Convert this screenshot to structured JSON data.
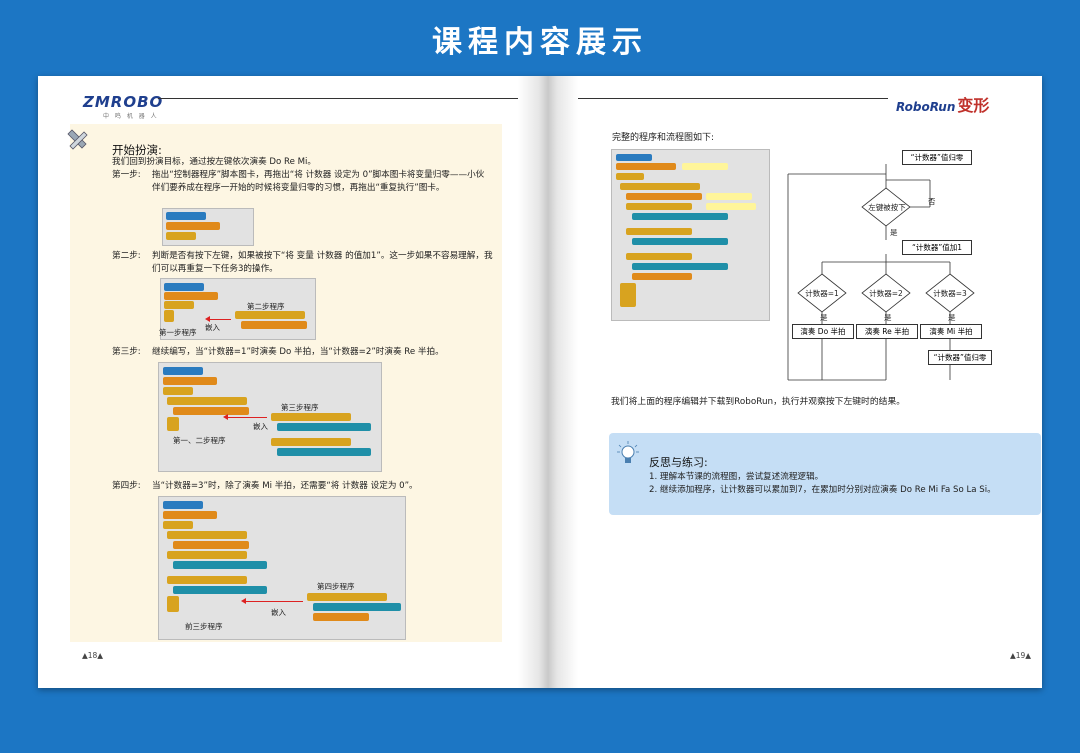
{
  "banner": {
    "title": "课程内容展示"
  },
  "left_page": {
    "logo": {
      "brand": "ZMROBO",
      "tagline": "中 鸣 机 器 人"
    },
    "section_title": "开始扮演:",
    "intro": "我们回到扮演目标，通过按左键依次演奏 Do Re Mi。",
    "steps": [
      {
        "label": "第一步:",
        "text": "拖出“控制器程序”脚本图卡，再拖出“将 计数器 设定为 0”脚本图卡将变量归零——小伙伴们要养成在程序一开始的时候将变量归零的习惯，再拖出“重复执行”图卡。"
      },
      {
        "label": "第二步:",
        "text": "判断是否有按下左键，如果被按下“将 变量 计数器 的值加1”。这一步如果不容易理解，我们可以再重复一下任务3的操作。"
      },
      {
        "label": "第三步:",
        "text": "继续编写，当“计数器=1”时演奏 Do 半拍，当“计数器=2”时演奏 Re 半拍。"
      },
      {
        "label": "第四步:",
        "text": "当“计数器=3”时，除了演奏 Mi 半拍，还需要“将 计数器 设定为 0”。"
      }
    ],
    "figure_labels": {
      "embed": "嵌入",
      "step2_program": "第二步程序",
      "step1_program": "第一步程序",
      "step3_program": "第三步程序",
      "step12_program": "第一、二步程序",
      "step4_program": "第四步程序",
      "step123_program": "前三步程序"
    },
    "page_number": "▲18▲"
  },
  "right_page": {
    "logo": {
      "brand": "RoboRun",
      "mark": "变形"
    },
    "caption": "完整的程序和流程图如下:",
    "flowchart": {
      "start": "“计数器”值归零",
      "decision": "左键被按下",
      "no": "否",
      "yes": "是",
      "increment": "“计数器”值加1",
      "branches": [
        {
          "cond": "计数器=1",
          "action": "演奏 Do 半拍"
        },
        {
          "cond": "计数器=2",
          "action": "演奏 Re 半拍"
        },
        {
          "cond": "计数器=3",
          "action": "演奏 Mi 半拍"
        }
      ],
      "reset": "“计数器”值归零"
    },
    "download_text": "我们将上面的程序编辑并下载到RoboRun，执行并观察按下左键时的结果。",
    "reflection": {
      "title": "反思与练习:",
      "items": [
        "1. 理解本节课的流程图，尝试复述流程逻辑。",
        "2. 继续添加程序，让计数器可以累加到7，在累加时分别对应演奏 Do Re Mi Fa So La Si。"
      ]
    },
    "page_number": "▲19▲"
  }
}
